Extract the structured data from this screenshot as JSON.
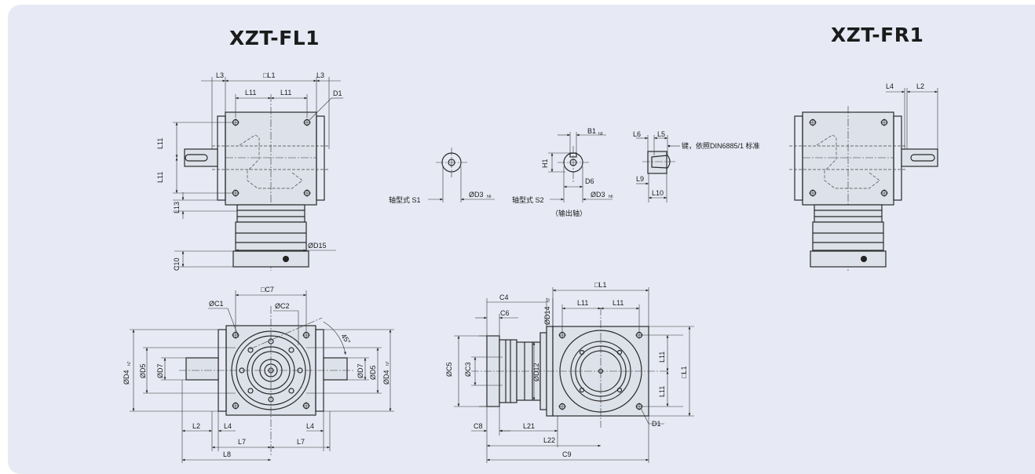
{
  "titles": {
    "left": "XZT-FL1",
    "right": "XZT-FR1"
  },
  "labels": {
    "sq_l1": "□L1",
    "l3": "L3",
    "l11": "L11",
    "d1": "D1",
    "l13": "L13",
    "c10": "C10",
    "od15": "ØD15",
    "shaft_s1": "轴型式 S1",
    "shaft_s2": "轴型式 S2",
    "od3": "ØD3",
    "h6": "h6",
    "b1": "B1",
    "h9": "h9",
    "h1": "H1",
    "d6": "D6",
    "output_shaft": "（输出轴）",
    "l6": "L6",
    "l5": "L5",
    "l9": "L9",
    "l10": "L10",
    "key_note": "键，依照DIN6885/1 标准",
    "l4": "L4",
    "l2": "L2",
    "sq_c7": "□C7",
    "oc1": "ØC1",
    "oc2": "ØC2",
    "angle": "45°",
    "od4": "ØD4",
    "od5": "ØD5",
    "od7": "ØD7",
    "h7": "h7",
    "l7": "L7",
    "l8": "L8",
    "c4": "C4",
    "c6": "C6",
    "od14": "ØD14",
    "oc5": "ØC5",
    "oc3": "ØC3",
    "od12": "ØD12",
    "c8": "C8",
    "l21": "L21",
    "l22": "L22",
    "c9": "C9"
  }
}
